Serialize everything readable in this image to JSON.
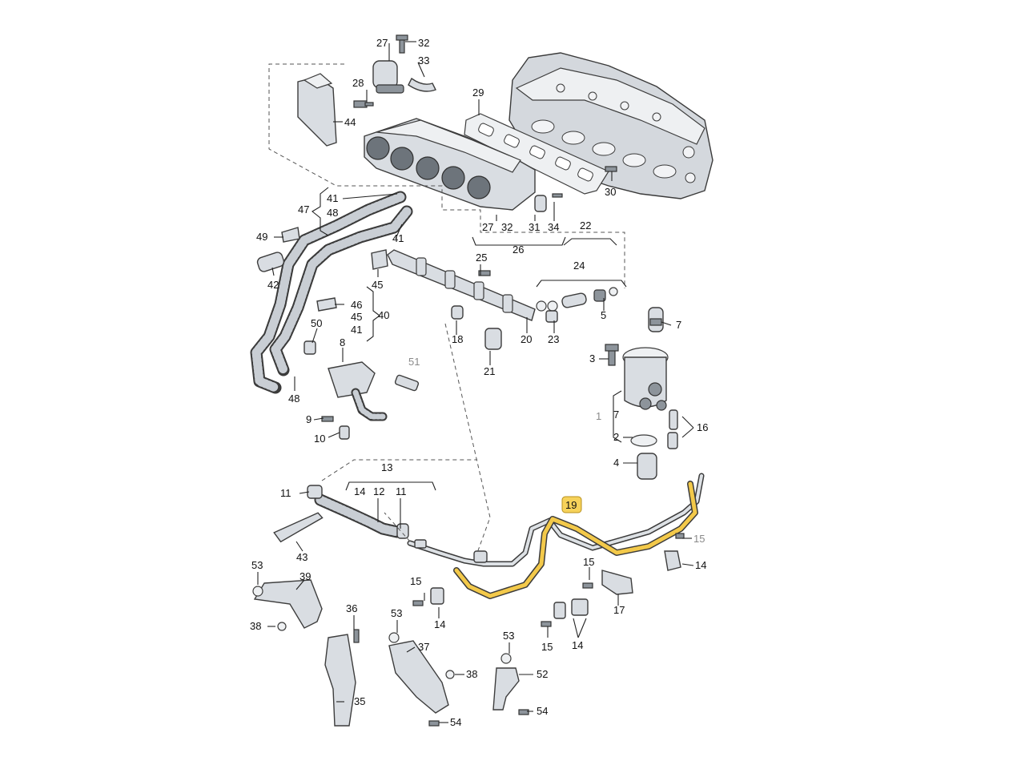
{
  "diagram": {
    "highlighted_part": "19",
    "callouts": [
      "1",
      "2",
      "3",
      "4",
      "5",
      "7",
      "8",
      "9",
      "10",
      "11",
      "12",
      "13",
      "14",
      "15",
      "16",
      "17",
      "18",
      "19",
      "20",
      "21",
      "22",
      "23",
      "24",
      "25",
      "26",
      "27",
      "28",
      "29",
      "30",
      "31",
      "32",
      "33",
      "34",
      "35",
      "36",
      "37",
      "38",
      "39",
      "40",
      "41",
      "42",
      "43",
      "44",
      "45",
      "46",
      "47",
      "48",
      "49",
      "50",
      "51",
      "52",
      "53",
      "54"
    ],
    "labels": {
      "c27_top": "27",
      "c32_top": "32",
      "c33": "33",
      "c28": "28",
      "c44": "44",
      "c29": "29",
      "c30": "30",
      "c41a": "41",
      "c47": "47",
      "c48a": "48",
      "c49": "49",
      "c41b": "41",
      "c42": "42",
      "c45a": "45",
      "c46": "46",
      "c45b": "45",
      "c41c": "41",
      "c40": "40",
      "c50": "50",
      "c8": "8",
      "c51": "51",
      "c48b": "48",
      "c9": "9",
      "c10": "10",
      "c27b": "27",
      "c32b": "32",
      "c31": "31",
      "c34": "34",
      "c26": "26",
      "c22": "22",
      "c24": "24",
      "c25": "25",
      "c5": "5",
      "c18": "18",
      "c20": "20",
      "c23": "23",
      "c21": "21",
      "c7a": "7",
      "c3": "3",
      "c1": "1",
      "c7b": "7",
      "c2": "2",
      "c4": "4",
      "c16": "16",
      "c13": "13",
      "c14a": "14",
      "c12": "12",
      "c11a": "11",
      "c11b": "11",
      "c43": "43",
      "c19": "19",
      "c15a": "15",
      "c14b": "14",
      "c15b": "15",
      "c17": "17",
      "c15c": "15",
      "c14c": "14",
      "c15d": "15",
      "c14d": "14",
      "c53a": "53",
      "c39": "39",
      "c38a": "38",
      "c36": "36",
      "c35": "35",
      "c53b": "53",
      "c37": "37",
      "c38b": "38",
      "c54a": "54",
      "c53c": "53",
      "c52": "52",
      "c54b": "54"
    }
  }
}
